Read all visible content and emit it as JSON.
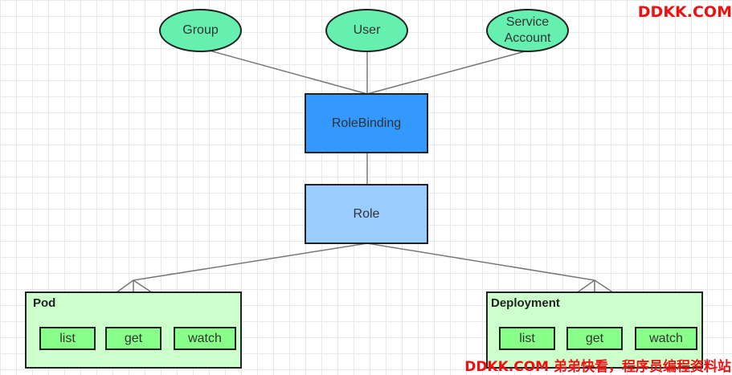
{
  "subjects": {
    "group": "Group",
    "user": "User",
    "service_account": "Service\nAccount"
  },
  "binding": "RoleBinding",
  "role": "Role",
  "resources": [
    {
      "name": "Pod",
      "verbs": [
        "list",
        "get",
        "watch"
      ]
    },
    {
      "name": "Deployment",
      "verbs": [
        "list",
        "get",
        "watch"
      ]
    }
  ],
  "watermarks": {
    "top": "DDKK.COM",
    "bottom": "DDKK.COM 弟弟快看，程序员编程资料站"
  },
  "colors": {
    "subject_fill": "#66f0b0",
    "binding_fill": "#3399ff",
    "role_fill": "#99ccff",
    "resource_fill": "#ccffcc",
    "verb_fill": "#88ff88",
    "watermark": "#ee1111"
  }
}
